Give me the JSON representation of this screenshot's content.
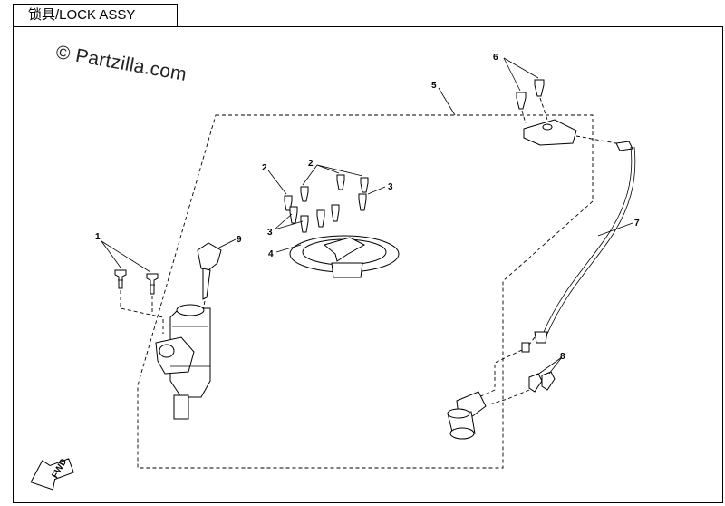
{
  "title": "锁具/LOCK ASSY",
  "watermark": "© Partzilla.com",
  "fwd_label": "FWD",
  "callouts": {
    "c1": "1",
    "c2a": "2",
    "c2b": "2",
    "c3a": "3",
    "c3b": "3",
    "c4": "4",
    "c5": "5",
    "c6": "6",
    "c7": "7",
    "c8": "8",
    "c9": "9"
  }
}
